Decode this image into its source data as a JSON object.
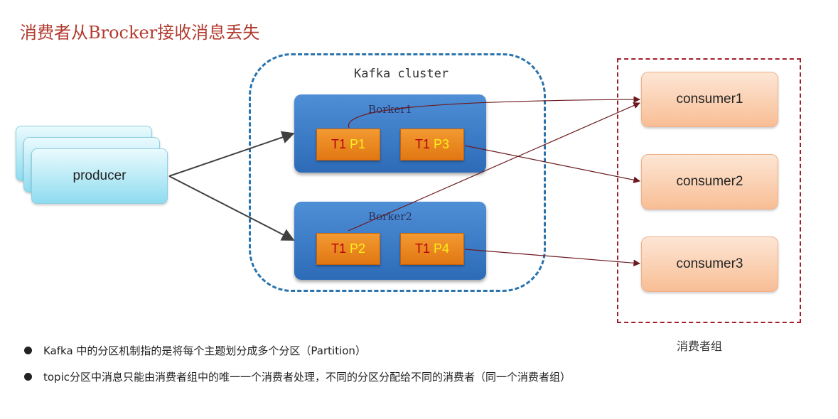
{
  "title": "消费者从Brocker接收消息丢失",
  "cluster": {
    "label": "Kafka cluster",
    "brokers": [
      {
        "label": "Borker1",
        "partitions": [
          {
            "topic": "T1",
            "partition": "P1"
          },
          {
            "topic": "T1",
            "partition": "P3"
          }
        ]
      },
      {
        "label": "Borker2",
        "partitions": [
          {
            "topic": "T1",
            "partition": "P2"
          },
          {
            "topic": "T1",
            "partition": "P4"
          }
        ]
      }
    ]
  },
  "producer": {
    "label": "producer"
  },
  "consumer_group": {
    "label": "消费者组",
    "consumers": [
      "consumer1",
      "consumer2",
      "consumer3"
    ]
  },
  "bullets": [
    "Kafka 中的分区机制指的是将每个主题划分成多个分区（Partition）",
    "topic分区中消息只能由消费者组中的唯一一个消费者处理，不同的分区分配给不同的消费者（同一个消费者组）"
  ],
  "colors": {
    "title": "#b23a2e",
    "cluster_border": "#2a74ae",
    "broker": "#2d6bb8",
    "partition": "#e17712",
    "topic_text": "#b5000c",
    "partition_text": "#ffef1a",
    "group_border": "#a01f2a",
    "arrow_producer": "#404040",
    "arrow_consumer": "#6b1a1f"
  }
}
